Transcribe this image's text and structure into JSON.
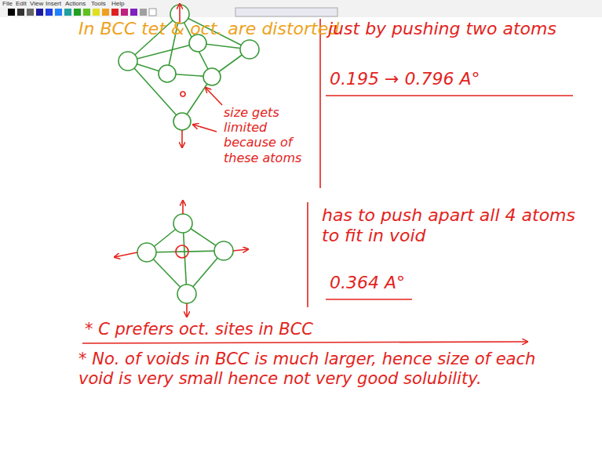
{
  "diagram": {
    "title": "In BCC tet & oct. are distorted",
    "labels": [
      "File",
      "Edit",
      "View",
      "Insert",
      "Actions",
      "Tools",
      "Help",
      "size gets limited because of these atoms",
      "just by pushing two atoms",
      "0.195 → 0.796 A°",
      "has to push apart all 4 atoms to fit in void",
      "0.364 A°",
      "* C prefers oct. sites in BCC",
      "* No. of voids in BCC is much larger, hence size of each void is very small hence not very good solubility."
    ]
  }
}
